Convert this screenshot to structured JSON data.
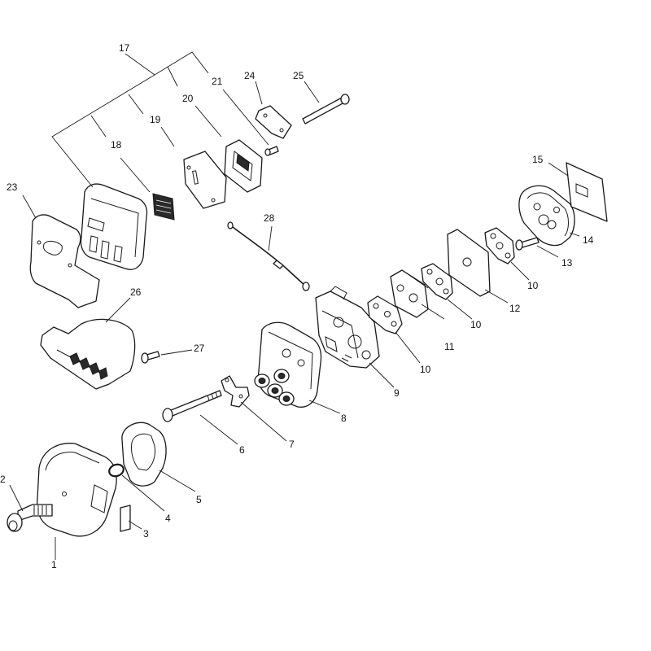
{
  "callouts": [
    {
      "id": "1",
      "label": "1"
    },
    {
      "id": "2",
      "label": "2"
    },
    {
      "id": "3",
      "label": "3"
    },
    {
      "id": "4",
      "label": "4"
    },
    {
      "id": "5",
      "label": "5"
    },
    {
      "id": "6",
      "label": "6"
    },
    {
      "id": "7",
      "label": "7"
    },
    {
      "id": "8",
      "label": "8"
    },
    {
      "id": "9",
      "label": "9"
    },
    {
      "id": "10a",
      "label": "10"
    },
    {
      "id": "10b",
      "label": "10"
    },
    {
      "id": "10c",
      "label": "10"
    },
    {
      "id": "11",
      "label": "11"
    },
    {
      "id": "12",
      "label": "12"
    },
    {
      "id": "13",
      "label": "13"
    },
    {
      "id": "14",
      "label": "14"
    },
    {
      "id": "15",
      "label": "15"
    },
    {
      "id": "17",
      "label": "17"
    },
    {
      "id": "18",
      "label": "18"
    },
    {
      "id": "19",
      "label": "19"
    },
    {
      "id": "20",
      "label": "20"
    },
    {
      "id": "21",
      "label": "21"
    },
    {
      "id": "23",
      "label": "23"
    },
    {
      "id": "24",
      "label": "24"
    },
    {
      "id": "25",
      "label": "25"
    },
    {
      "id": "26",
      "label": "26"
    },
    {
      "id": "27",
      "label": "27"
    },
    {
      "id": "28",
      "label": "28"
    }
  ]
}
